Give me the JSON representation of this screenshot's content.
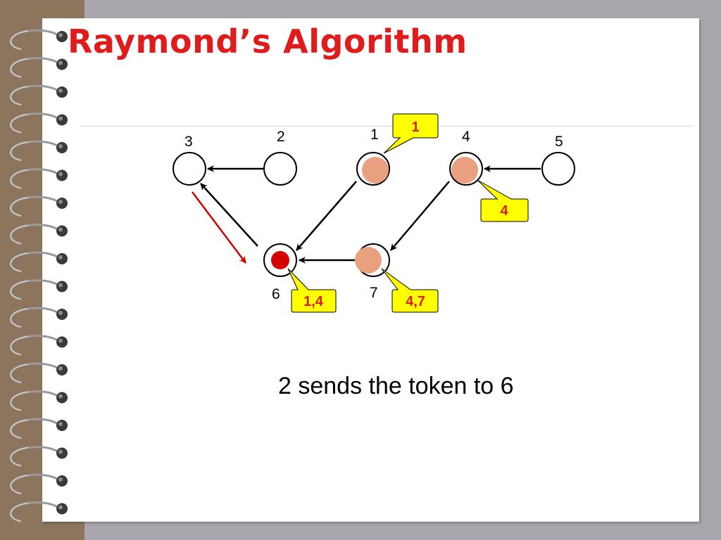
{
  "title": "Raymond’s Algorithm",
  "caption": "2 sends the token to 6",
  "colors": {
    "title": "#e01b1b",
    "requesting_node": "#e8a07f",
    "token_holder": "#d40000",
    "callout_fill": "#ffff00",
    "callout_text": "#e01b1b",
    "token_arrow": "#cc0000"
  },
  "nodes": [
    {
      "id": "3",
      "label": "3",
      "state": "idle"
    },
    {
      "id": "2",
      "label": "2",
      "state": "idle"
    },
    {
      "id": "1",
      "label": "1",
      "state": "requesting"
    },
    {
      "id": "4",
      "label": "4",
      "state": "requesting"
    },
    {
      "id": "5",
      "label": "5",
      "state": "idle"
    },
    {
      "id": "6",
      "label": "6",
      "state": "token"
    },
    {
      "id": "7",
      "label": "7",
      "state": "requesting"
    }
  ],
  "edges": [
    {
      "from": "2",
      "to": "3"
    },
    {
      "from": "5",
      "to": "4"
    },
    {
      "from": "6",
      "to": "3"
    },
    {
      "from": "1",
      "to": "6"
    },
    {
      "from": "7",
      "to": "6"
    },
    {
      "from": "4",
      "to": "7"
    }
  ],
  "token_transfer": {
    "from": "3",
    "to": "6"
  },
  "queues": [
    {
      "node": "1",
      "text": "1"
    },
    {
      "node": "4",
      "text": "4"
    },
    {
      "node": "6",
      "text": "1,4"
    },
    {
      "node": "7",
      "text": "4,7"
    }
  ]
}
